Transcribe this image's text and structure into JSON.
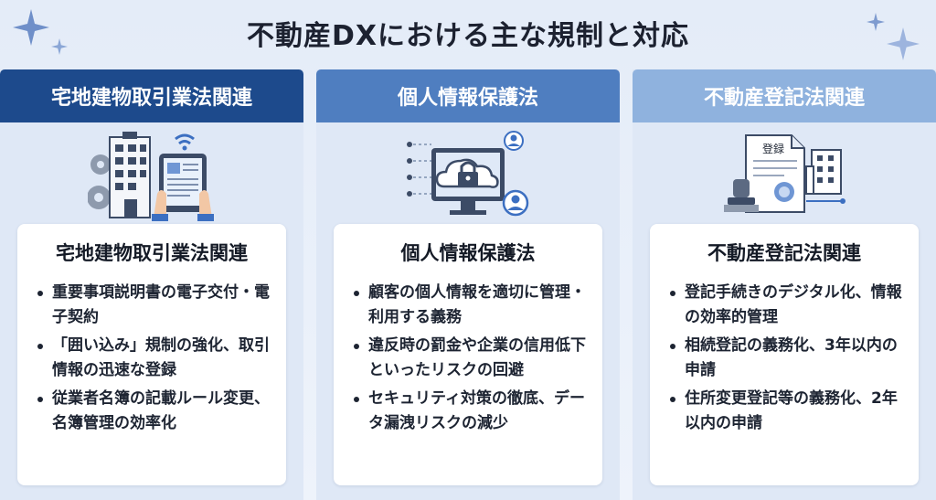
{
  "title": "不動産DXにおける主な規制と対応",
  "columns": [
    {
      "header": "宅地建物取引業法関連",
      "header_color": "#1d4a8c",
      "icon": "building-tablet-icon",
      "card_title": "宅地建物取引業法関連",
      "bullets": [
        "重要事項説明書の電子交付・電子契約",
        "「囲い込み」規制の強化、取引情報の迅速な登録",
        "従業者名簿の記載ルール変更、名簿管理の効率化"
      ]
    },
    {
      "header": "個人情報保護法",
      "header_color": "#4f7ec0",
      "icon": "cloud-lock-monitor-icon",
      "card_title": "個人情報保護法",
      "bullets": [
        "顧客の個人情報を適切に管理・利用する義務",
        "違反時の罰金や企業の信用低下といったリスクの回避",
        "セキュリティ対策の徹底、データ漏洩リスクの減少"
      ]
    },
    {
      "header": "不動産登記法関連",
      "header_color": "#8fb2de",
      "icon": "registry-document-icon",
      "card_title": "不動産登記法関連",
      "document_label": "登録",
      "bullets": [
        "登記手続きのデジタル化、情報の効率的管理",
        "相続登記の義務化、3年以内の申請",
        "住所変更登記等の義務化、2年以内の申請"
      ]
    }
  ]
}
